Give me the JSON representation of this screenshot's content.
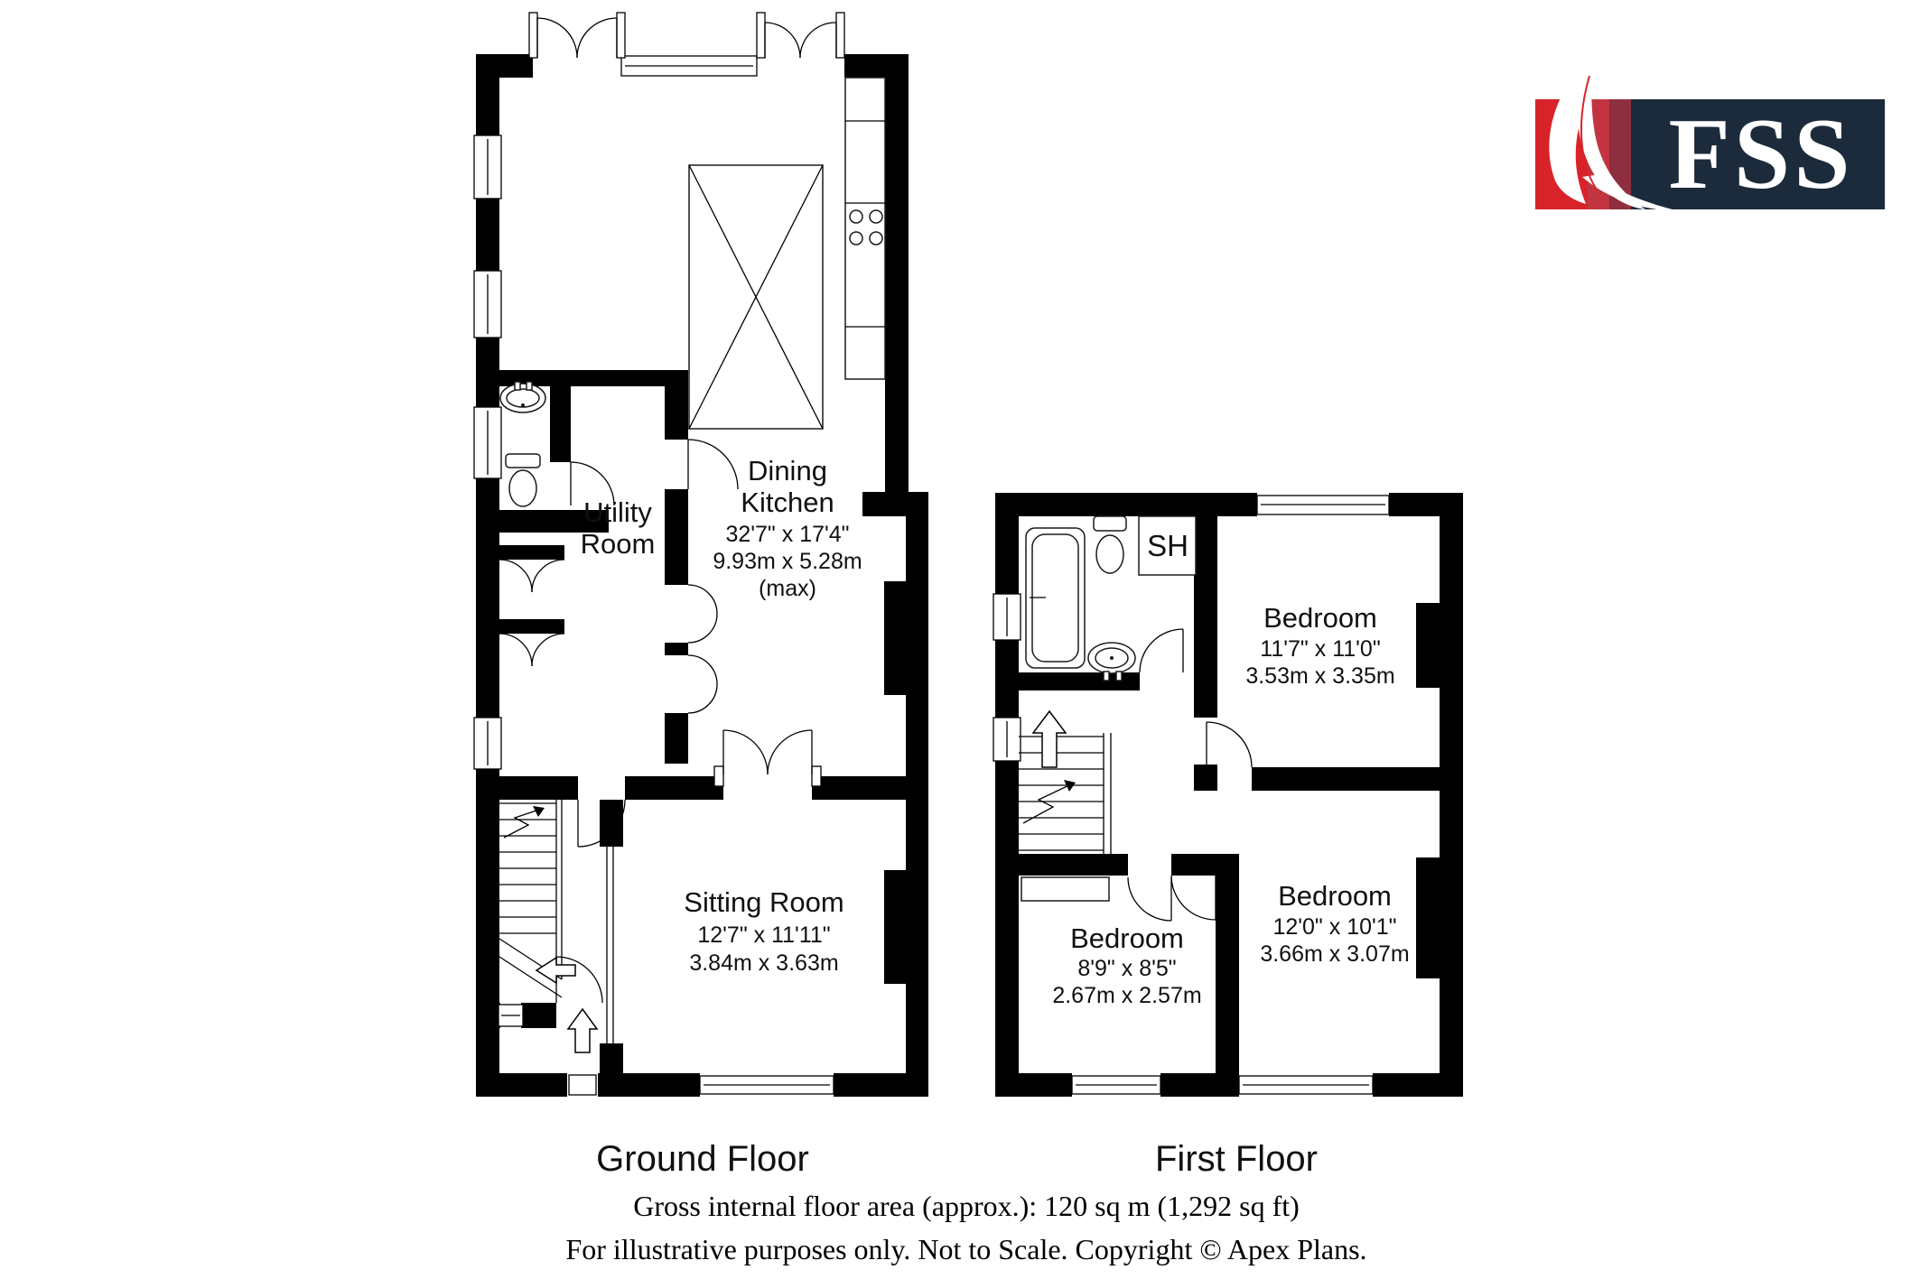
{
  "logo": {
    "text": "FSS",
    "red": "#d8232a",
    "red_shade1": "#c23540",
    "red_shade2": "#8f2e3e",
    "navy": "#1c2b3b"
  },
  "plan": {
    "ground": {
      "title": "Ground Floor",
      "dining_kitchen": {
        "name_line1": "Dining",
        "name_line2": "Kitchen",
        "dims_imperial": "32'7\" x 17'4\"",
        "dims_metric": "9.93m x 5.28m",
        "note": "(max)"
      },
      "utility": {
        "name_line1": "Utility",
        "name_line2": "Room"
      },
      "sitting": {
        "name": "Sitting Room",
        "dims_imperial": "12'7\" x 11'11\"",
        "dims_metric": "3.84m x 3.63m"
      }
    },
    "first": {
      "title": "First Floor",
      "shower_label": "SH",
      "bedroom1": {
        "name": "Bedroom",
        "dims_imperial": "11'7\" x 11'0\"",
        "dims_metric": "3.53m x 3.35m"
      },
      "bedroom2": {
        "name": "Bedroom",
        "dims_imperial": "8'9\" x 8'5\"",
        "dims_metric": "2.67m x 2.57m"
      },
      "bedroom3": {
        "name": "Bedroom",
        "dims_imperial": "12'0\" x 10'1\"",
        "dims_metric": "3.66m x 3.07m"
      }
    }
  },
  "footer": {
    "area": "Gross internal floor area (approx.): 120 sq m (1,292 sq ft)",
    "disclaimer": "For illustrative purposes only. Not to Scale. Copyright © Apex Plans."
  }
}
